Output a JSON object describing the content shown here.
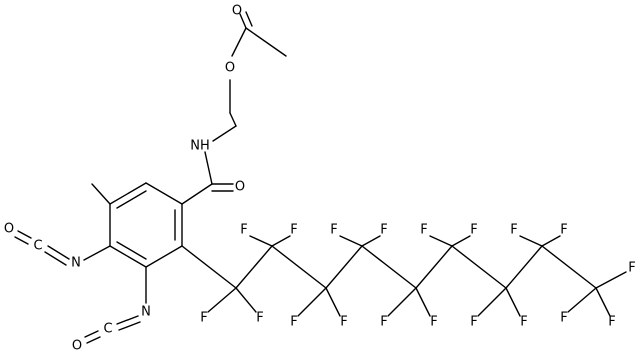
{
  "molecule": {
    "atom_labels": {
      "carbonyl_oxygen": "O",
      "amide_nh": "NH",
      "ether_oxygen": "O",
      "ester_carbonyl_oxygen": "O",
      "isocyanate_1_oxygen": "O",
      "isocyanate_1_carbon": "C",
      "isocyanate_1_nitrogen": "N",
      "isocyanate_2_oxygen": "O",
      "isocyanate_2_carbon": "C",
      "isocyanate_2_nitrogen": "N",
      "fluorine": "F"
    }
  }
}
